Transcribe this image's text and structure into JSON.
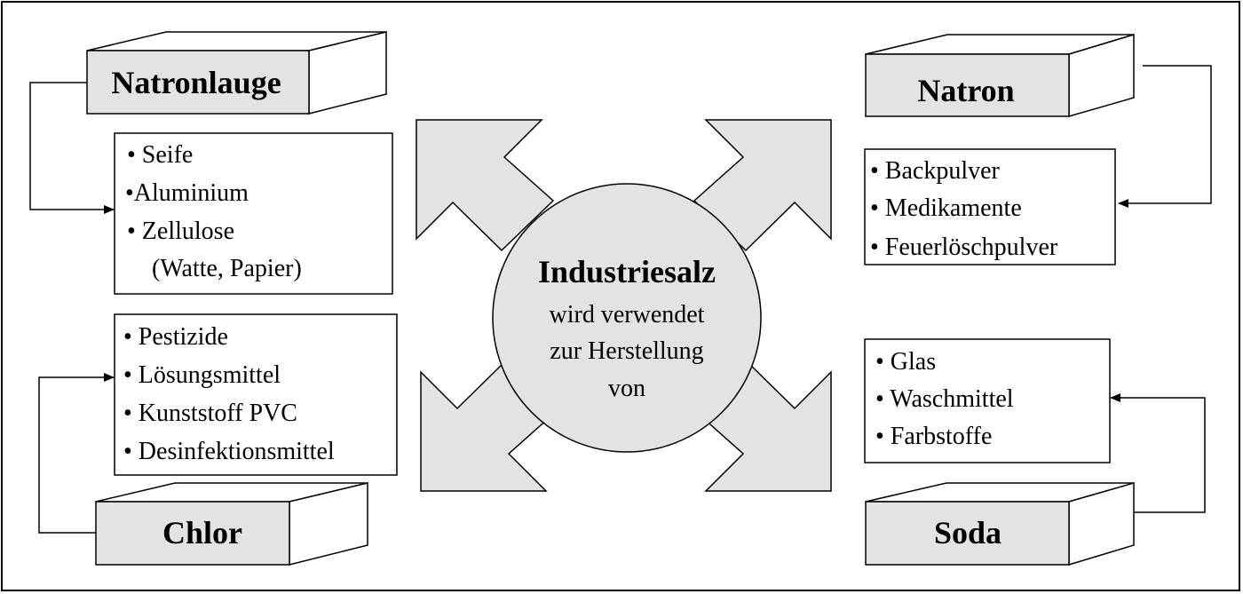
{
  "center": {
    "title": "Industriesalz",
    "lines": [
      "wird verwendet",
      "zur Herstellung",
      "von"
    ]
  },
  "products": {
    "natronlauge": {
      "label": "Natronlauge",
      "items": [
        "• Seife",
        "•Aluminium",
        "• Zellulose",
        "(Watte, Papier)"
      ]
    },
    "chlor": {
      "label": "Chlor",
      "items": [
        "• Pestizide",
        "• Lösungsmittel",
        "• Kunststoff PVC",
        "• Desinfektionsmittel"
      ]
    },
    "natron": {
      "label": "Natron",
      "items": [
        "• Backpulver",
        "• Medikamente",
        "• Feuerlöschpulver"
      ]
    },
    "soda": {
      "label": "Soda",
      "items": [
        "• Glas",
        "• Waschmittel",
        "• Farbstoffe"
      ]
    }
  },
  "colors": {
    "fill": "#e3e3e3",
    "stroke": "#000000",
    "background": "#ffffff"
  }
}
